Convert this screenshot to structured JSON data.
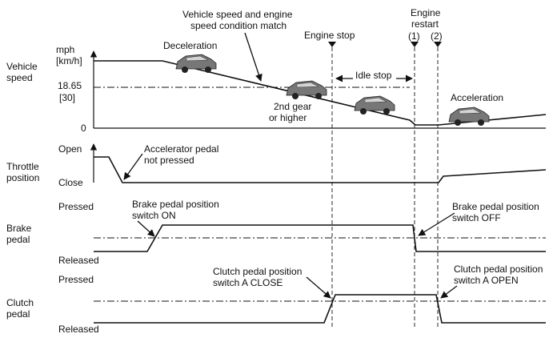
{
  "vehicle_speed": {
    "label_line1": "Vehicle",
    "label_line2": "speed",
    "unit_line1": "mph",
    "unit_line2": "[km/h]",
    "mark_line1": "18.65",
    "mark_line2": "[30]",
    "zero": "0",
    "annotations": {
      "deceleration": "Deceleration",
      "match_line1": "Vehicle speed and engine",
      "match_line2": "speed condition match",
      "gear_line1": "2nd gear",
      "gear_line2": "or higher",
      "idle_stop": "Idle stop",
      "acceleration": "Acceleration"
    }
  },
  "events": {
    "engine_stop": "Engine stop",
    "engine_restart_line1": "Engine",
    "engine_restart_line2": "restart",
    "marker1": "(1)",
    "marker2": "(2)"
  },
  "throttle": {
    "label_line1": "Throttle",
    "label_line2": "position",
    "open": "Open",
    "close": "Close",
    "note_line1": "Accelerator pedal",
    "note_line2": "not pressed"
  },
  "brake": {
    "label_line1": "Brake",
    "label_line2": "pedal",
    "pressed": "Pressed",
    "released": "Released",
    "on_line1": "Brake pedal position",
    "on_line2": "switch ON",
    "off_line1": "Brake pedal position",
    "off_line2": "switch OFF"
  },
  "clutch": {
    "label_line1": "Clutch",
    "label_line2": "pedal",
    "pressed": "Pressed",
    "released": "Released",
    "close_line1": "Clutch pedal position",
    "close_line2": "switch A CLOSE",
    "open_line1": "Clutch pedal position",
    "open_line2": "switch A OPEN"
  }
}
